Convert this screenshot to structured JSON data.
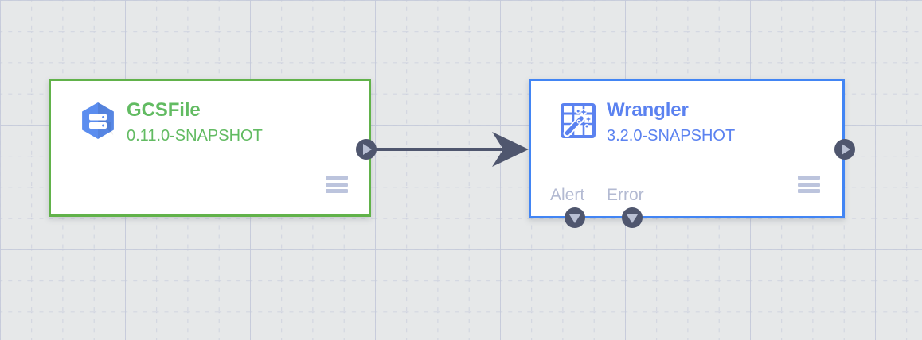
{
  "canvas": {
    "background_color": "#e6e8e9",
    "grid_line_color": "#c9cedd",
    "grid_minor_spacing": 39,
    "grid_major_spacing": 157
  },
  "pipeline": {
    "nodes": [
      {
        "id": "gcsfile",
        "name": "GCSFile",
        "version": "0.11.0-SNAPSHOT",
        "type": "source",
        "border_color": "#61b24a",
        "text_color": "#62bb62",
        "icon": "gcs-bucket-icon",
        "menu_icon": "hamburger-menu-icon",
        "ports": [
          {
            "id": "out",
            "kind": "output",
            "icon": "play-triangle-icon",
            "label": ""
          }
        ]
      },
      {
        "id": "wrangler",
        "name": "Wrangler",
        "version": "3.2.0-SNAPSHOT",
        "type": "transform",
        "border_color": "#4285f4",
        "text_color": "#5b82f0",
        "icon": "wrangler-magic-wand-icon",
        "menu_icon": "hamburger-menu-icon",
        "ports": [
          {
            "id": "out",
            "kind": "output",
            "icon": "play-triangle-icon",
            "label": ""
          },
          {
            "id": "alert",
            "kind": "alert",
            "icon": "triangle-down-icon",
            "label": "Alert"
          },
          {
            "id": "error",
            "kind": "error",
            "icon": "triangle-down-icon",
            "label": "Error"
          }
        ]
      }
    ],
    "connections": [
      {
        "id": "gcsfile-to-wrangler",
        "from": "gcsfile",
        "to": "wrangler",
        "color": "#4f566e",
        "arrow": "arrowhead-right-icon"
      }
    ],
    "port_colors": {
      "circle": "#4f566e",
      "glyph": "#b9c0d4"
    },
    "menu_color": "#bcc4dd",
    "port_label_color": "#b3bad2"
  }
}
